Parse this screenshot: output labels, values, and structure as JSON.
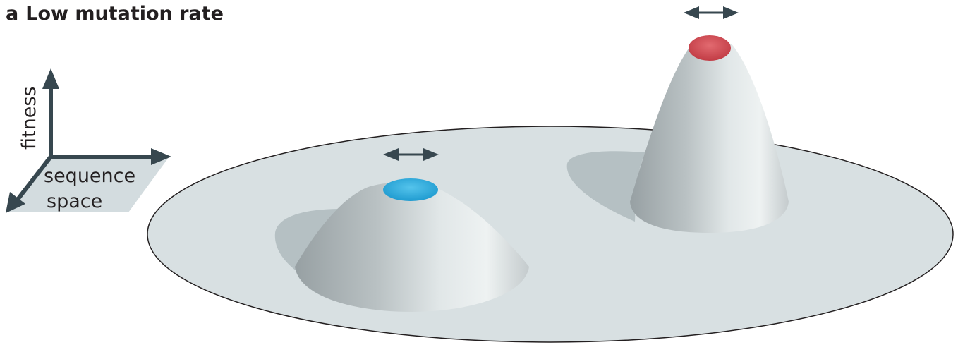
{
  "panel": {
    "letter": "a",
    "title": "Low mutation rate"
  },
  "axes": {
    "y_label": "fitness",
    "x_label_line1": "sequence",
    "x_label_line2": "space"
  },
  "peaks": [
    {
      "name": "low-peak",
      "top_color": "#29a9d8"
    },
    {
      "name": "high-peak",
      "top_color": "#d4474f"
    }
  ],
  "colors": {
    "plane_fill": "#d8e0e2",
    "plane_outline": "#231f20",
    "arrow": "#37474f",
    "shadow": "#b3bec1"
  }
}
